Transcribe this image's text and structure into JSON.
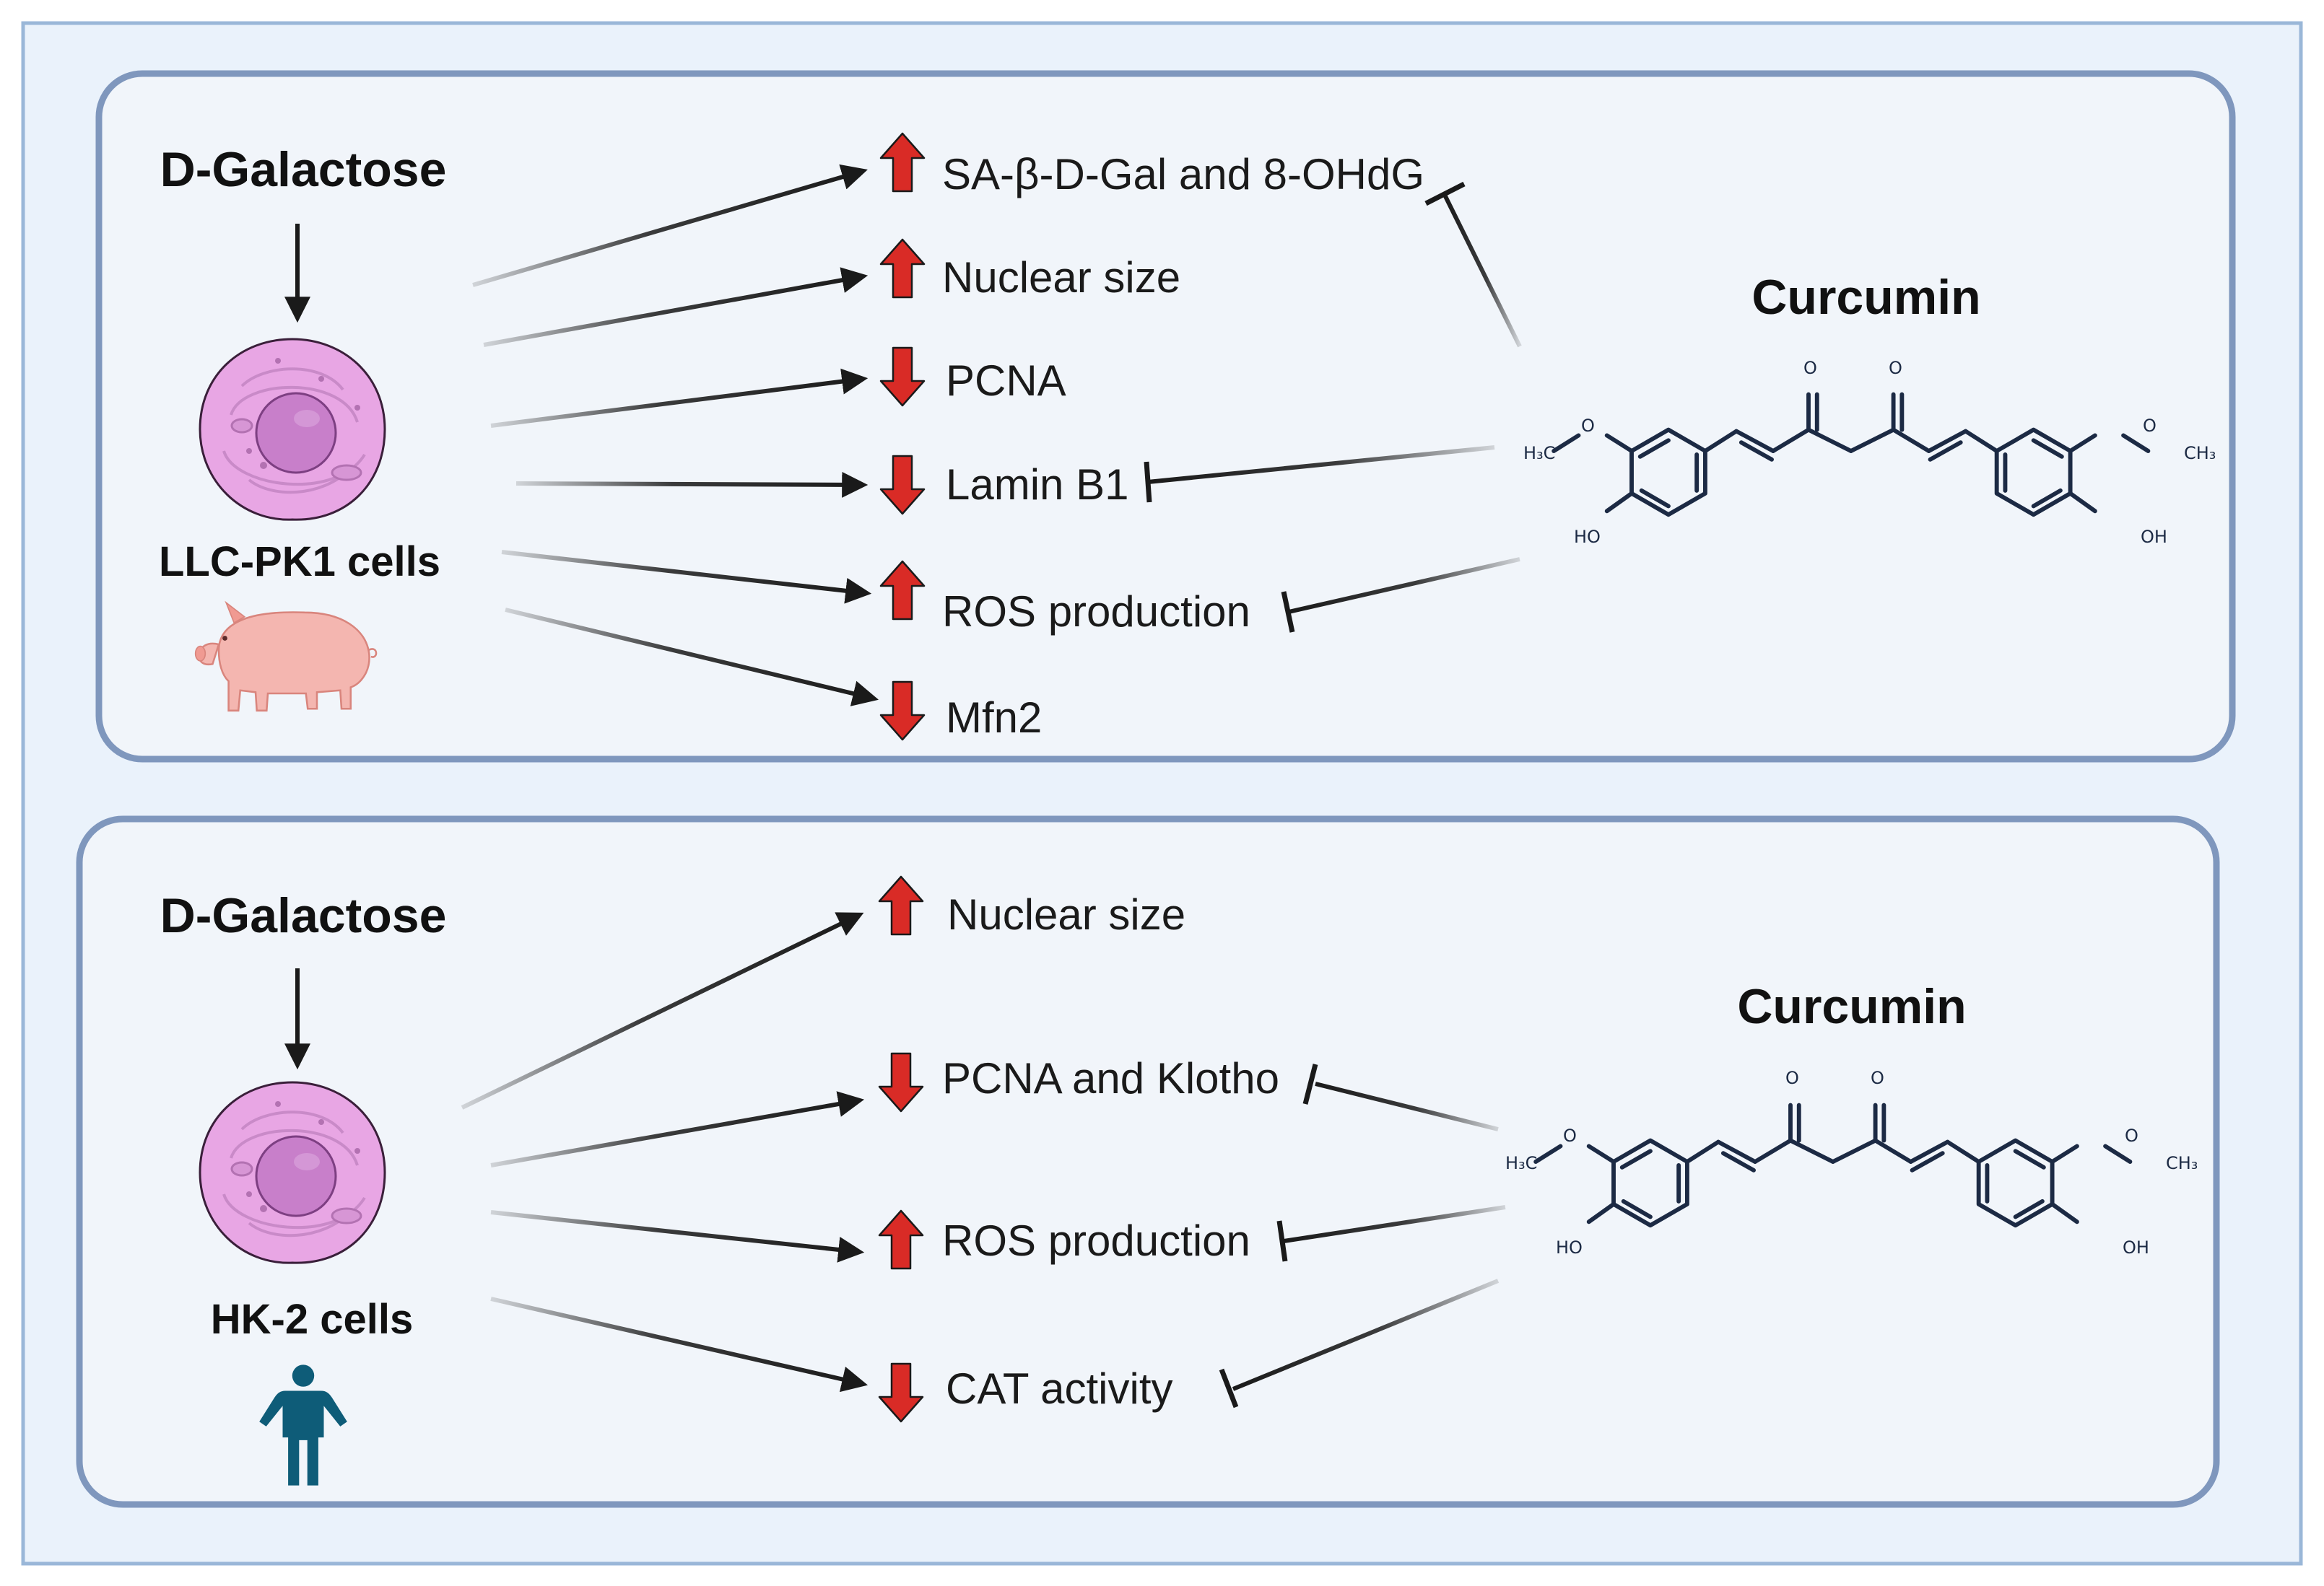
{
  "panel_top": {
    "inducer": "D-Galactose",
    "cell_label": "LLC-PK1 cells",
    "compound": "Curcumin",
    "outcomes": [
      {
        "label": "SA-β-D-Gal and 8-OHdG",
        "direction": "up",
        "inhibited": true
      },
      {
        "label": "Nuclear size",
        "direction": "up",
        "inhibited": false
      },
      {
        "label": "PCNA",
        "direction": "down",
        "inhibited": false
      },
      {
        "label": "Lamin B1",
        "direction": "down",
        "inhibited": true
      },
      {
        "label": "ROS production",
        "direction": "up",
        "inhibited": true
      },
      {
        "label": "Mfn2",
        "direction": "down",
        "inhibited": false
      }
    ]
  },
  "panel_bottom": {
    "inducer": "D-Galactose",
    "cell_label": "HK-2 cells",
    "compound": "Curcumin",
    "outcomes": [
      {
        "label": "Nuclear size",
        "direction": "up",
        "inhibited": false
      },
      {
        "label": "PCNA and Klotho",
        "direction": "down",
        "inhibited": true
      },
      {
        "label": "ROS production",
        "direction": "up",
        "inhibited": true
      },
      {
        "label": "CAT activity",
        "direction": "down",
        "inhibited": true
      }
    ]
  },
  "structure_labels": {
    "methyl_left": "H₃C",
    "methyl_right": "CH₃",
    "oxygen": "O",
    "hydroxyl": "HO",
    "hydroxyl_right": "OH"
  },
  "colors": {
    "outer_bg": "#eaf2fb",
    "outer_border": "#9ab7d8",
    "panel_bg": "#f1f5fa",
    "panel_border": "#7f97bd",
    "up_arrow": "#d92b26",
    "down_arrow": "#d92b26",
    "arrow_dark": "#1a1a1a",
    "cell_body": "#e8a6e4",
    "cell_nucleus": "#c87fca",
    "pig": "#f4b6b0",
    "human": "#0e5c78",
    "molecule": "#1c2a44"
  },
  "icons": {
    "cell": "cell-icon",
    "pig": "pig-icon",
    "human": "human-figure-icon",
    "up": "up-arrow-icon",
    "down": "down-arrow-icon"
  }
}
